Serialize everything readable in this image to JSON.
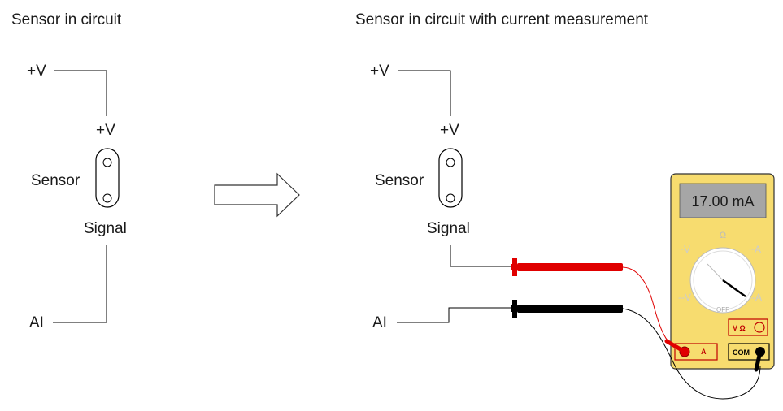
{
  "left": {
    "title": "Sensor in circuit",
    "supply_label": "+V",
    "sensor_pin_top": "+V",
    "sensor_label": "Sensor",
    "sensor_pin_bottom": "Signal",
    "input_label": "AI"
  },
  "right": {
    "title": "Sensor in circuit with current measurement",
    "supply_label": "+V",
    "sensor_pin_top": "+V",
    "sensor_label": "Sensor",
    "sensor_pin_bottom": "Signal",
    "input_label": "AI"
  },
  "multimeter": {
    "display": "17.00 mA",
    "dial_ohm": "Ω",
    "dial_off": "OFF",
    "dial_left_top": "~V",
    "dial_left_bottom": "--V",
    "dial_right_top": "~A",
    "dial_right_bottom": "--A",
    "jack_vohm": "V Ω",
    "jack_a": "A",
    "jack_com": "COM",
    "colors": {
      "body": "#f7dc6f",
      "display": "#a6a6a6",
      "probe_red": "#e00000",
      "probe_black": "#000000"
    }
  }
}
